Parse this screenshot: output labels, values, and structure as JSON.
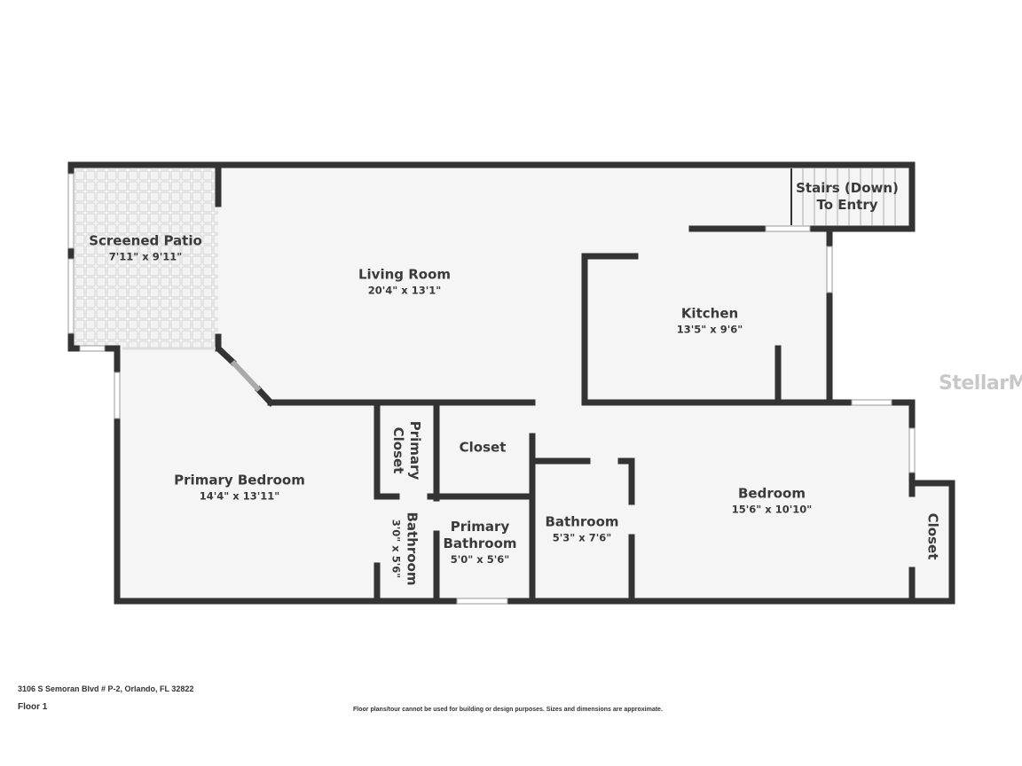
{
  "rooms": {
    "screened_patio": {
      "name": "Screened Patio",
      "dim": "7'11\" x 9'11\""
    },
    "living_room": {
      "name": "Living Room",
      "dim": "20'4\" x 13'1\""
    },
    "stairs": {
      "name_line1": "Stairs (Down)",
      "name_line2": "To Entry"
    },
    "kitchen": {
      "name": "Kitchen",
      "dim": "13'5\" x 9'6\""
    },
    "primary_bedroom": {
      "name": "Primary Bedroom",
      "dim": "14'4\" x 13'11\""
    },
    "primary_closet": {
      "name_line1": "Primary",
      "name_line2": "Closet"
    },
    "closet_center": {
      "name": "Closet"
    },
    "bathroom_small": {
      "name": "Bathroom",
      "dim": "3'0\" x 5'6\""
    },
    "primary_bathroom": {
      "name_line1": "Primary",
      "name_line2": "Bathroom",
      "dim": "5'0\" x 5'6\""
    },
    "bathroom": {
      "name": "Bathroom",
      "dim": "5'3\" x 7'6\""
    },
    "bedroom": {
      "name": "Bedroom",
      "dim": "15'6\" x 10'10\""
    },
    "closet_right": {
      "name": "Closet"
    }
  },
  "watermark": "StellarMLS",
  "footer": {
    "address": "3106 S Semoran Blvd # P-2, Orlando, FL 32822",
    "floor": "Floor 1",
    "disclaimer": "Floor plans/tour cannot be used for building or design purposes. Sizes and dimensions are approximate."
  },
  "colors": {
    "wall": "#333333",
    "floor": "#f5f5f5",
    "patio_tile": "#dcdcdc"
  }
}
